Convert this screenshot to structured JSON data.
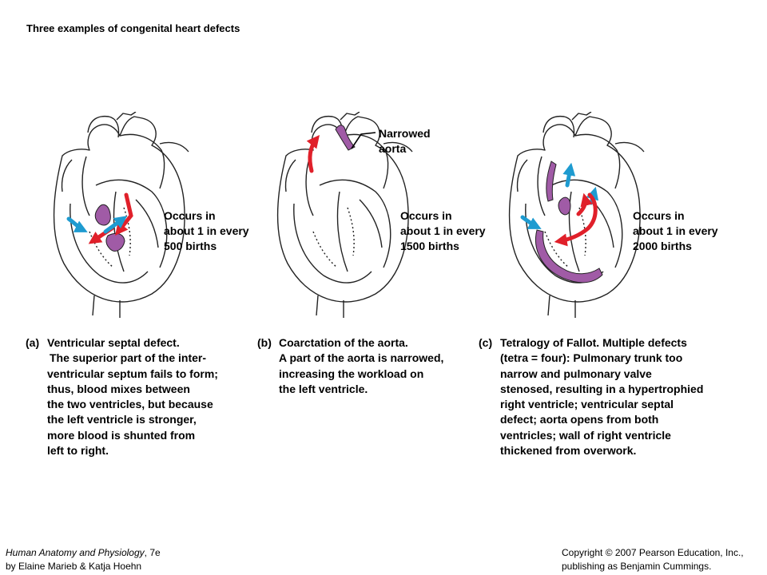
{
  "title": "Three examples of congenital heart defects",
  "colors": {
    "oxygenated_arrow": "#e0202a",
    "deoxygenated_arrow": "#1e9bd0",
    "defect_highlight": "#a05ba6",
    "outline": "#222222"
  },
  "panels": [
    {
      "letter": "(a)",
      "caption_lines": [
        "Ventricular septal defect.",
        "The superior part of the inter-",
        "ventricular septum fails to form;",
        "thus, blood mixes between",
        "the two ventricles, but because",
        "the left ventricle is stronger,",
        "more blood is shunted from",
        "left to right."
      ],
      "stat_lines": [
        "Occurs in",
        "about 1 in every",
        "500 births"
      ]
    },
    {
      "letter": "(b)",
      "caption_lines": [
        "Coarctation of the aorta.",
        "A part of the aorta is narrowed,",
        "increasing the workload on",
        "the left ventricle."
      ],
      "stat_lines": [
        "Occurs in",
        "about 1 in every",
        "1500 births"
      ],
      "callout_lines": [
        "Narrowed",
        "aorta"
      ]
    },
    {
      "letter": "(c)",
      "caption_lines": [
        "Tetralogy of Fallot. Multiple defects",
        "(tetra = four): Pulmonary trunk too",
        "narrow and pulmonary valve",
        "stenosed, resulting in a hypertrophied",
        "right ventricle; ventricular septal",
        "defect; aorta opens from both",
        "ventricles; wall of right ventricle",
        "thickened from overwork."
      ],
      "stat_lines": [
        "Occurs in",
        "about 1 in every",
        "2000 births"
      ]
    }
  ],
  "footer": {
    "book_title": "Human Anatomy and Physiology",
    "edition": ", 7e",
    "authors": "by Elaine Marieb & Katja Hoehn",
    "copyright_line1": "Copyright © 2007 Pearson Education, Inc.,",
    "copyright_line2": "publishing as Benjamin Cummings."
  }
}
